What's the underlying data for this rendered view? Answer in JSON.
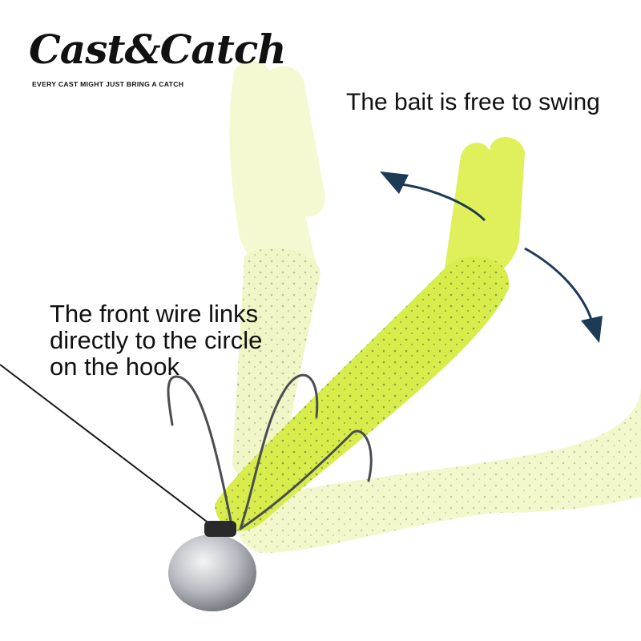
{
  "brand": {
    "name": "Cast&Catch",
    "tagline": "EVERY CAST MIGHT JUST BRING A CATCH"
  },
  "captions": {
    "swing": "The bait is free to swing",
    "wire": "The front wire links\ndirectly to the circle\non the hook"
  },
  "colors": {
    "bait_ghost": "#f3f8c9",
    "bait_main": "#dff05a",
    "arrow": "#1d3a56",
    "jig_head": "#b8bcc2"
  }
}
